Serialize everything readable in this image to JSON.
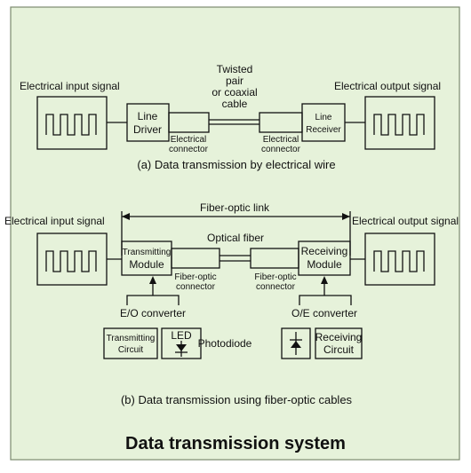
{
  "colors": {
    "background": "#e6f2da",
    "border": "#7b8a6e",
    "ink": "#111111"
  },
  "panel_a": {
    "input_label": "Electrical input signal",
    "output_label": "Electrical output signal",
    "cable_label": [
      "Twisted",
      "pair",
      "or coaxial",
      "cable"
    ],
    "driver_label": [
      "Line",
      "Driver"
    ],
    "receiver_label": [
      "Line",
      "Receiver"
    ],
    "connector_left": [
      "Electrical",
      "connector"
    ],
    "connector_right": [
      "Electrical",
      "connector"
    ],
    "caption": "(a) Data transmission by electrical wire"
  },
  "panel_b": {
    "input_label": "Electrical input signal",
    "output_label": "Electrical output signal",
    "link_label": "Fiber-optic link",
    "fiber_label": "Optical fiber",
    "tx_module": [
      "Transmitting",
      "Module"
    ],
    "rx_module": [
      "Receiving",
      "Module"
    ],
    "connector_left": [
      "Fiber-optic",
      "connector"
    ],
    "connector_right": [
      "Fiber-optic",
      "connector"
    ],
    "eo_label": "E/O converter",
    "oe_label": "O/E converter",
    "tx_circuit": [
      "Transmitting",
      "Circuit"
    ],
    "led_label": "LED",
    "photodiode_label": "Photodiode",
    "rx_circuit": [
      "Receiving",
      "Circuit"
    ],
    "caption": "(b) Data transmission using fiber-optic cables"
  },
  "title": "Data transmission system"
}
